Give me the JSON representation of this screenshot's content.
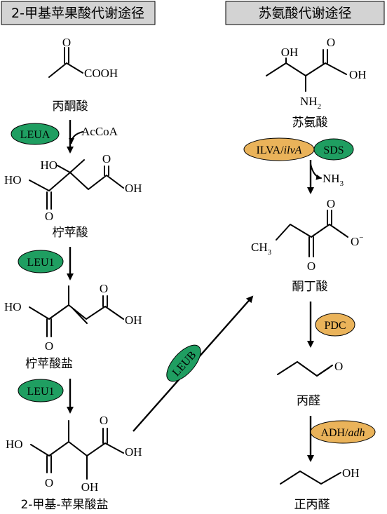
{
  "headers": {
    "left": "2-甲基苹果酸代谢途径",
    "right": "苏氨酸代谢途径"
  },
  "compounds": {
    "pyruvate": "丙酮酸",
    "citramalate": "柠苹酸",
    "citraconate": "柠苹酸盐",
    "methylmalate": "2-甲基-苹果酸盐",
    "threonine": "苏氨酸",
    "ketobutyrate": "酮丁酸",
    "propanal": "丙醛",
    "propanol": "正丙醛"
  },
  "enzymes": {
    "leua": "LEUA",
    "leu1_a": "LEU1",
    "leu1_b": "LEU1",
    "leub": "LEUB",
    "ilva": "ILVA/",
    "ilva_italic": "ilvA",
    "sds": "SDS",
    "pdc": "PDC",
    "adh": "ADH/",
    "adh_italic": "adh"
  },
  "cofactors": {
    "accoa": "AcCoA",
    "nh3": "NH",
    "nh3_sub": "3"
  },
  "atoms": {
    "cooh": "COOH",
    "o": "O",
    "oh": "OH",
    "ho": "HO",
    "nh2": "NH",
    "nh2_sub": "2",
    "ch3": "CH",
    "ch3_sub": "3",
    "o_minus": "O",
    "minus": "−"
  },
  "colors": {
    "enzyme_green": "#1f9e61",
    "enzyme_orange": "#eab35a",
    "header_fill": "#d3d3d3"
  }
}
